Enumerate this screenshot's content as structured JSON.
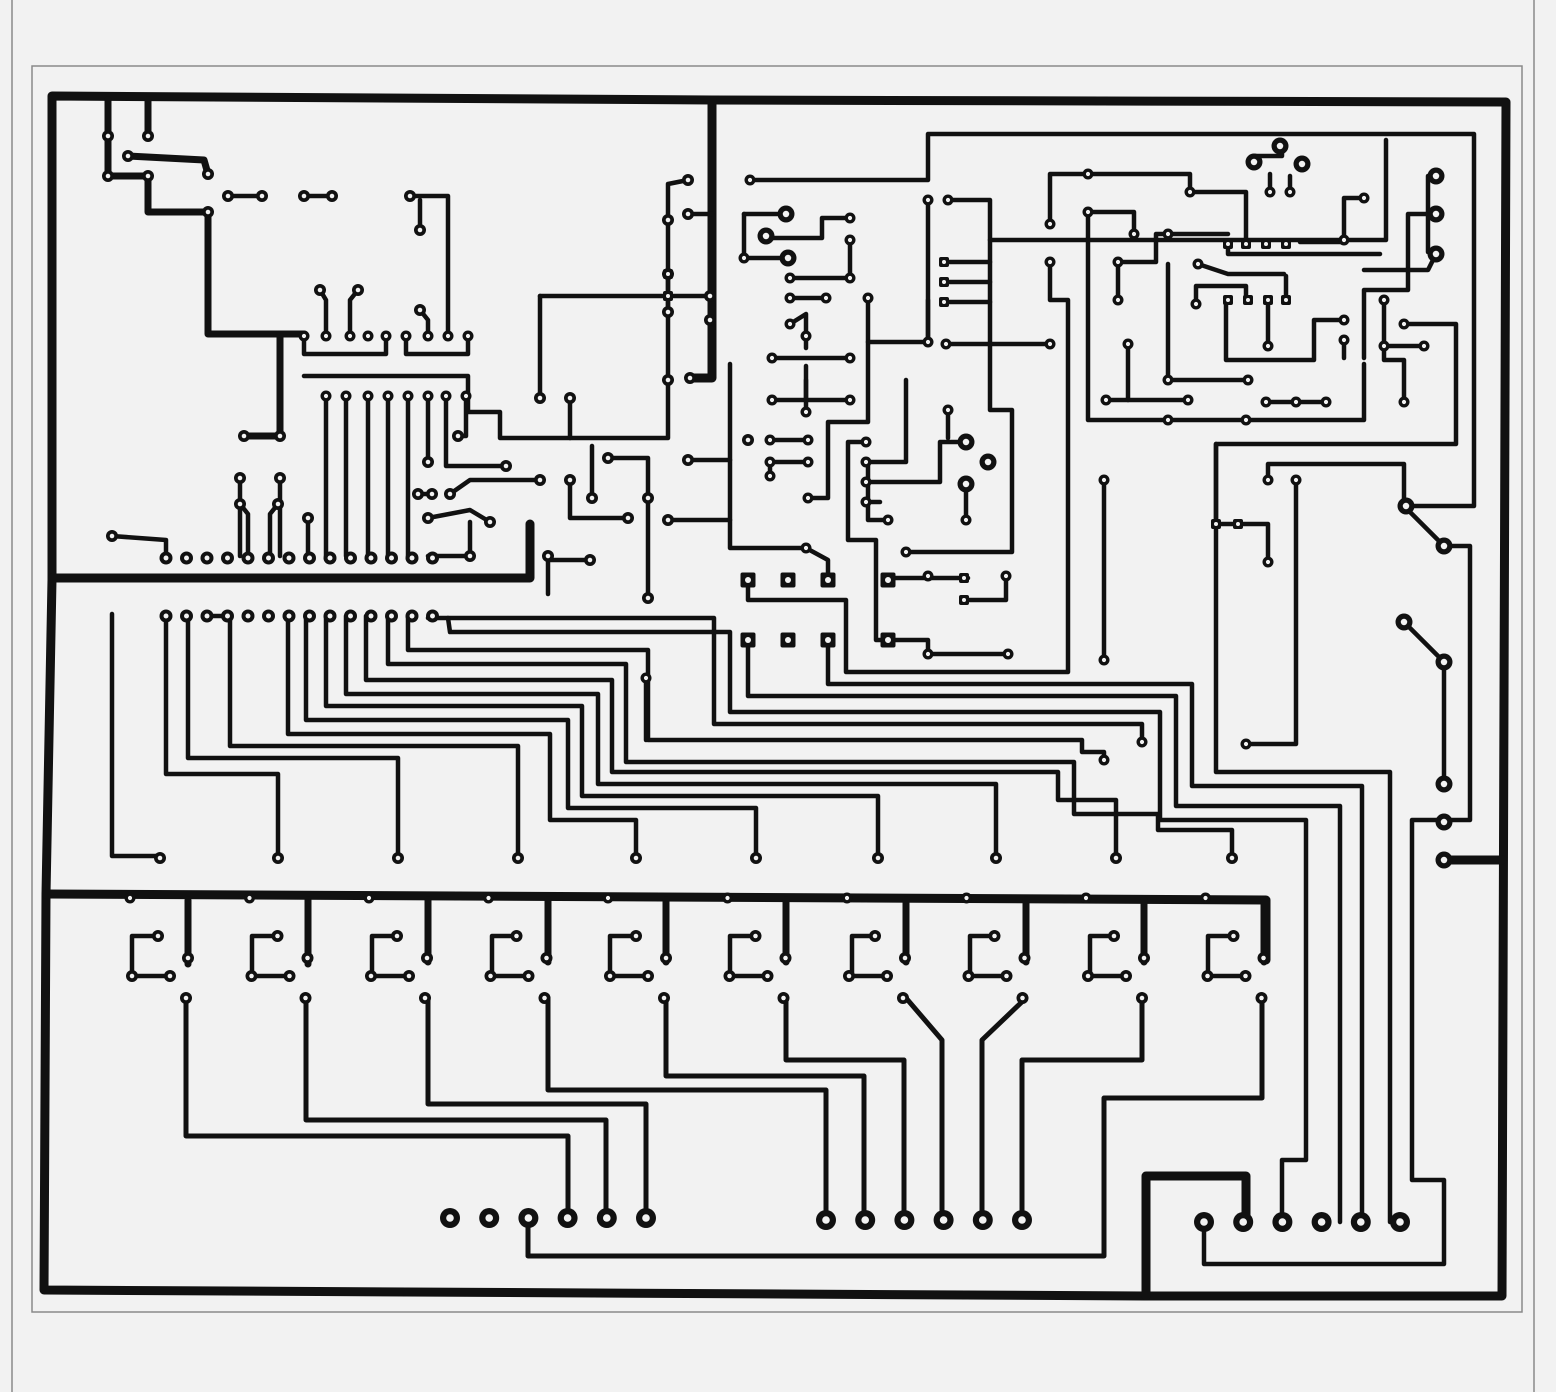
{
  "diagram": {
    "kind": "pcb-copper-layout",
    "colors": {
      "background": "#f2f2f2",
      "copper": "#111111",
      "frame": "#8a8a8a"
    },
    "regions": [
      "control-section",
      "signal-bus-section",
      "driver-section"
    ],
    "elements": {
      "dip_ic_top": {
        "pins": 14
      },
      "dip_ic_bottom": {
        "pins": 14
      },
      "driver_stages": {
        "count": 10
      },
      "connector_left_group": {
        "pads": 6
      },
      "connector_mid_group": {
        "pads": 6
      },
      "connector_right_group": {
        "pads": 6
      },
      "connector_vertical_right": {
        "pads": 3
      }
    }
  }
}
